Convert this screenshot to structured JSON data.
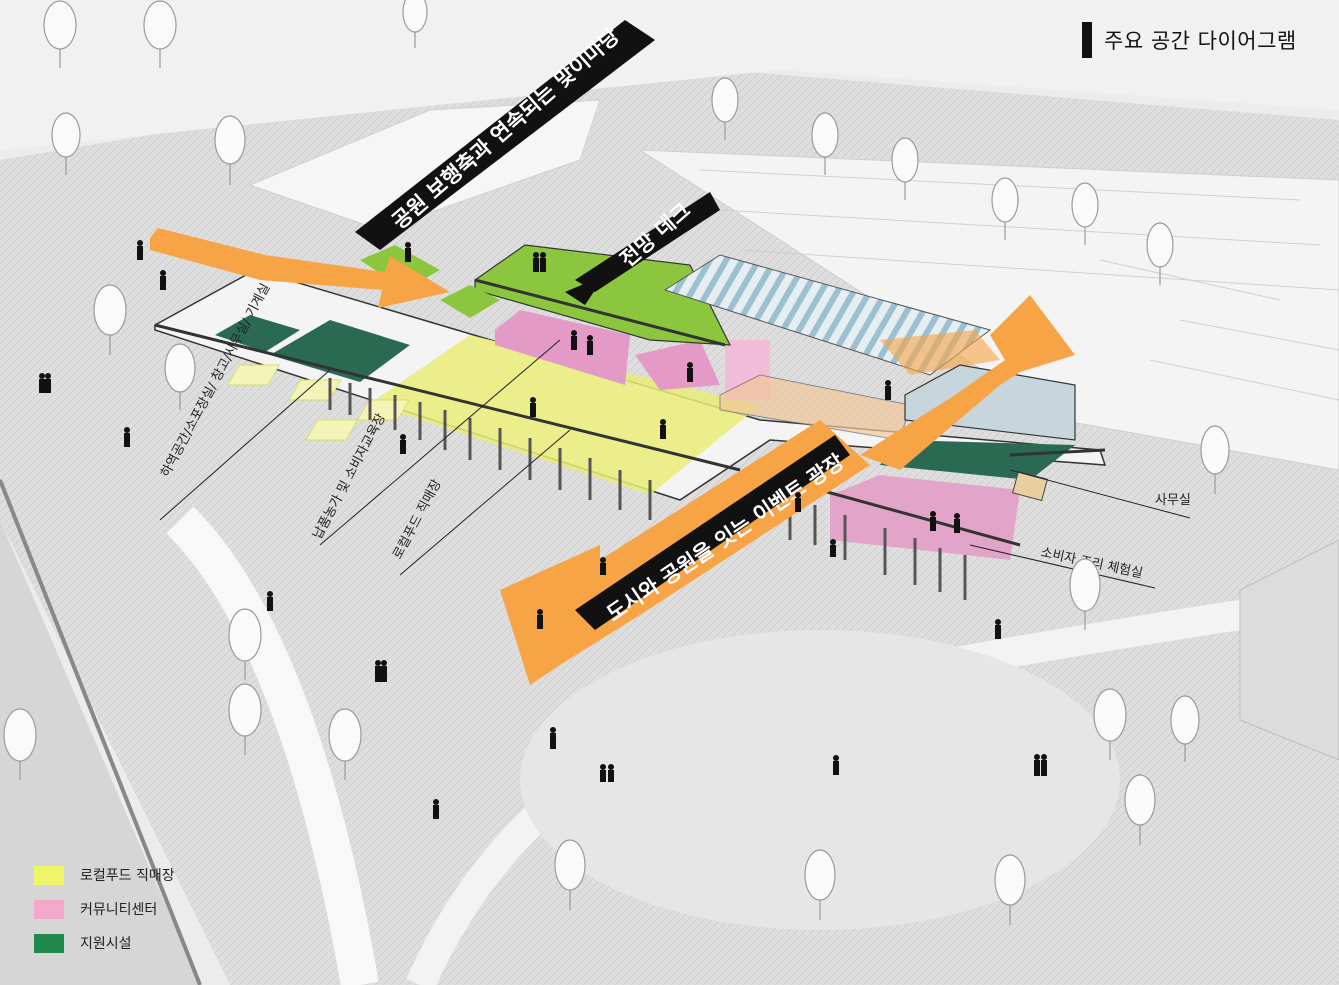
{
  "title": "주요 공간 다이어그램",
  "banners": {
    "walkway": "공원 보행축과 연속되는 맞이마당",
    "deck": "전망 데크",
    "plaza": "도시와 공원을 잇는 이벤트 광장"
  },
  "labels": {
    "loading": "하역공간/소포장실/ 창고/사무실/ 기계실",
    "farmers": "납품농가 및 소비자교육장",
    "market": "로컬푸드 직매장",
    "office": "사무실",
    "cooking": "소비자 조리 체험실"
  },
  "legend": [
    {
      "label": "로컬푸드 직매장",
      "color": "#eef56a"
    },
    {
      "label": "커뮤니티센터",
      "color": "#f2a8c8"
    },
    {
      "label": "지원시설",
      "color": "#1f8a4c"
    }
  ],
  "colors": {
    "arrow": "#f6a445",
    "green_roof": "#8cc63f",
    "support": "#2a6a52",
    "pink": "#e49ac6",
    "yellow": "#e9ec78",
    "glass": "#b9d2dc"
  }
}
